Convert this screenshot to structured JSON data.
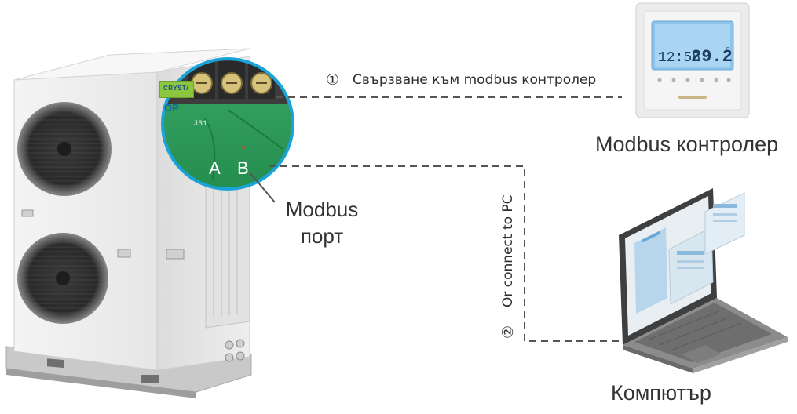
{
  "connection_1": {
    "number": "①",
    "text": "Свързване към modbus контролер"
  },
  "connection_2": {
    "number": "②",
    "text": "Or connect to PC"
  },
  "port": {
    "line1": "Modbus",
    "line2": "порт"
  },
  "controller": {
    "label": "Modbus контролер",
    "display": {
      "time": "12:58",
      "temp": "29.2",
      "unit": "C"
    }
  },
  "computer": {
    "label": "Компютър"
  },
  "heat_pump": {
    "brand": "CRYSTAL",
    "sub_brand": "OP",
    "terminal_labels": [
      "A",
      "B"
    ],
    "board_marking": "J31"
  },
  "colors": {
    "line": "#555555",
    "accent_ring": "#1aa3d9",
    "pcb": "#2f9a5a",
    "lcd": "#8fc4ea"
  }
}
